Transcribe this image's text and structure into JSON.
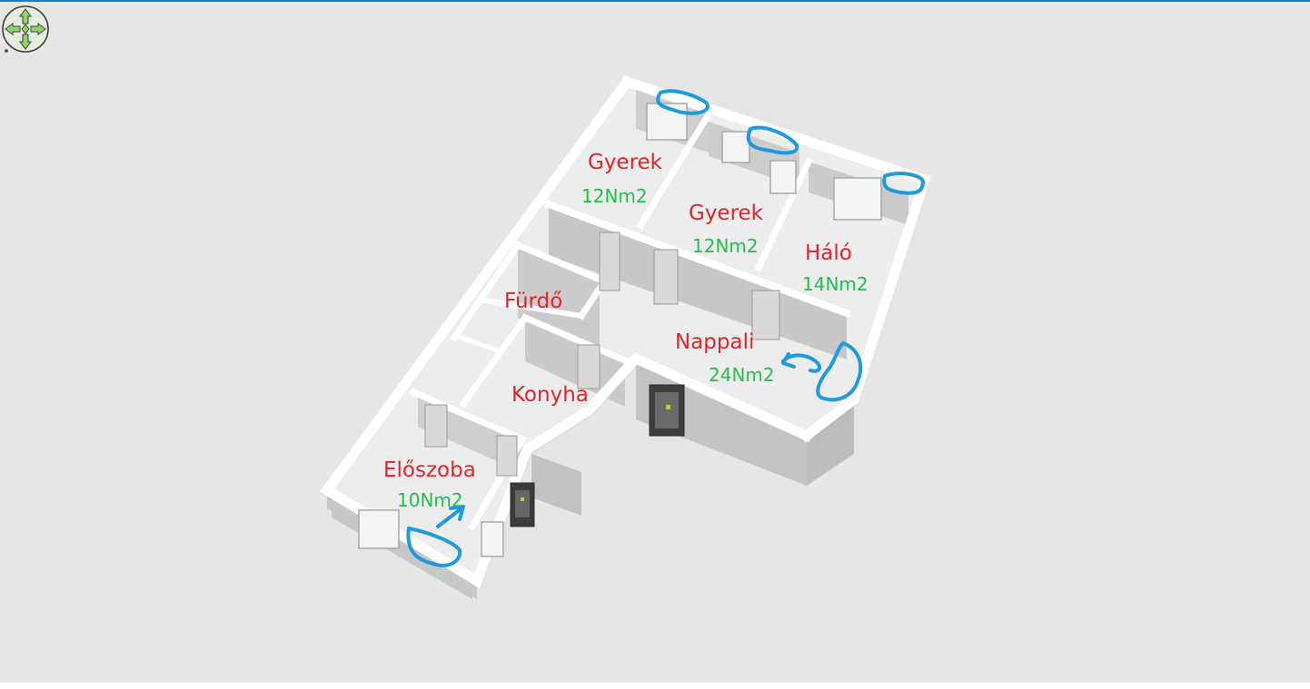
{
  "colors": {
    "accent": "#1b7ec8",
    "room_name": "#e0242c",
    "room_area": "#22c04a",
    "annotation": "#1e9be0",
    "nav_green": "#8fd66a"
  },
  "nav_control": {
    "icon": "navigation-arrows-icon"
  },
  "rooms": [
    {
      "name": "Gyerek",
      "area": "12Nm2"
    },
    {
      "name": "Gyerek",
      "area": "12Nm2"
    },
    {
      "name": "Háló",
      "area": "14Nm2"
    },
    {
      "name": "Fürdő",
      "area": ""
    },
    {
      "name": "Nappali",
      "area": "24Nm2"
    },
    {
      "name": "Konyha",
      "area": ""
    },
    {
      "name": "Előszoba",
      "area": "10Nm2"
    }
  ]
}
